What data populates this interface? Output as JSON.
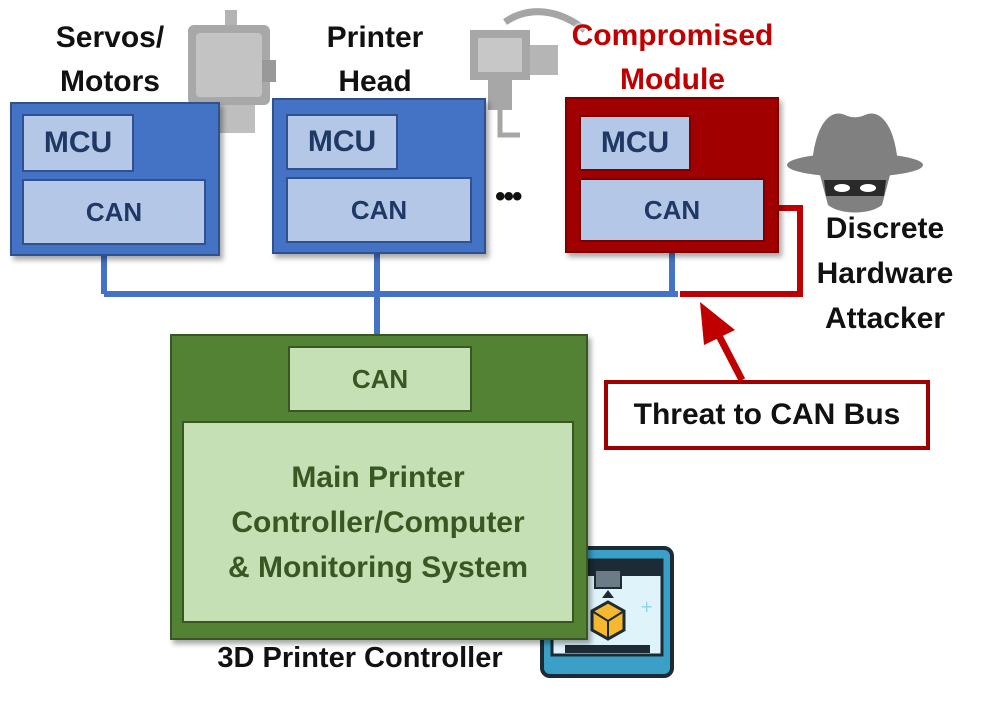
{
  "modules": [
    {
      "name": "Servos/\nMotors",
      "line1": "Servos/",
      "line2": "Motors",
      "mcu": "MCU",
      "can": "CAN"
    },
    {
      "name": "Printer Head",
      "line1": "Printer",
      "line2": "Head",
      "mcu": "MCU",
      "can": "CAN"
    },
    {
      "name": "Compromised Module",
      "line1": "Compromised",
      "line2": "Module",
      "mcu": "MCU",
      "can": "CAN"
    }
  ],
  "ellipsis": "•••",
  "attacker": {
    "line1": "Discrete",
    "line2": "Hardware",
    "line3": "Attacker"
  },
  "threat": "Threat to CAN Bus",
  "controller": {
    "can": "CAN",
    "main_line1": "Main Printer",
    "main_line2": "Controller/Computer",
    "main_line3": "& Monitoring System",
    "caption": "3D Printer Controller"
  },
  "colors": {
    "module_blue": "#4472C4",
    "compromised_red": "#A00000",
    "controller_green": "#548235",
    "bus": "#4472C4"
  },
  "icons": [
    "motor-icon",
    "printer-head-icon",
    "spy-icon",
    "3d-printer-icon"
  ]
}
